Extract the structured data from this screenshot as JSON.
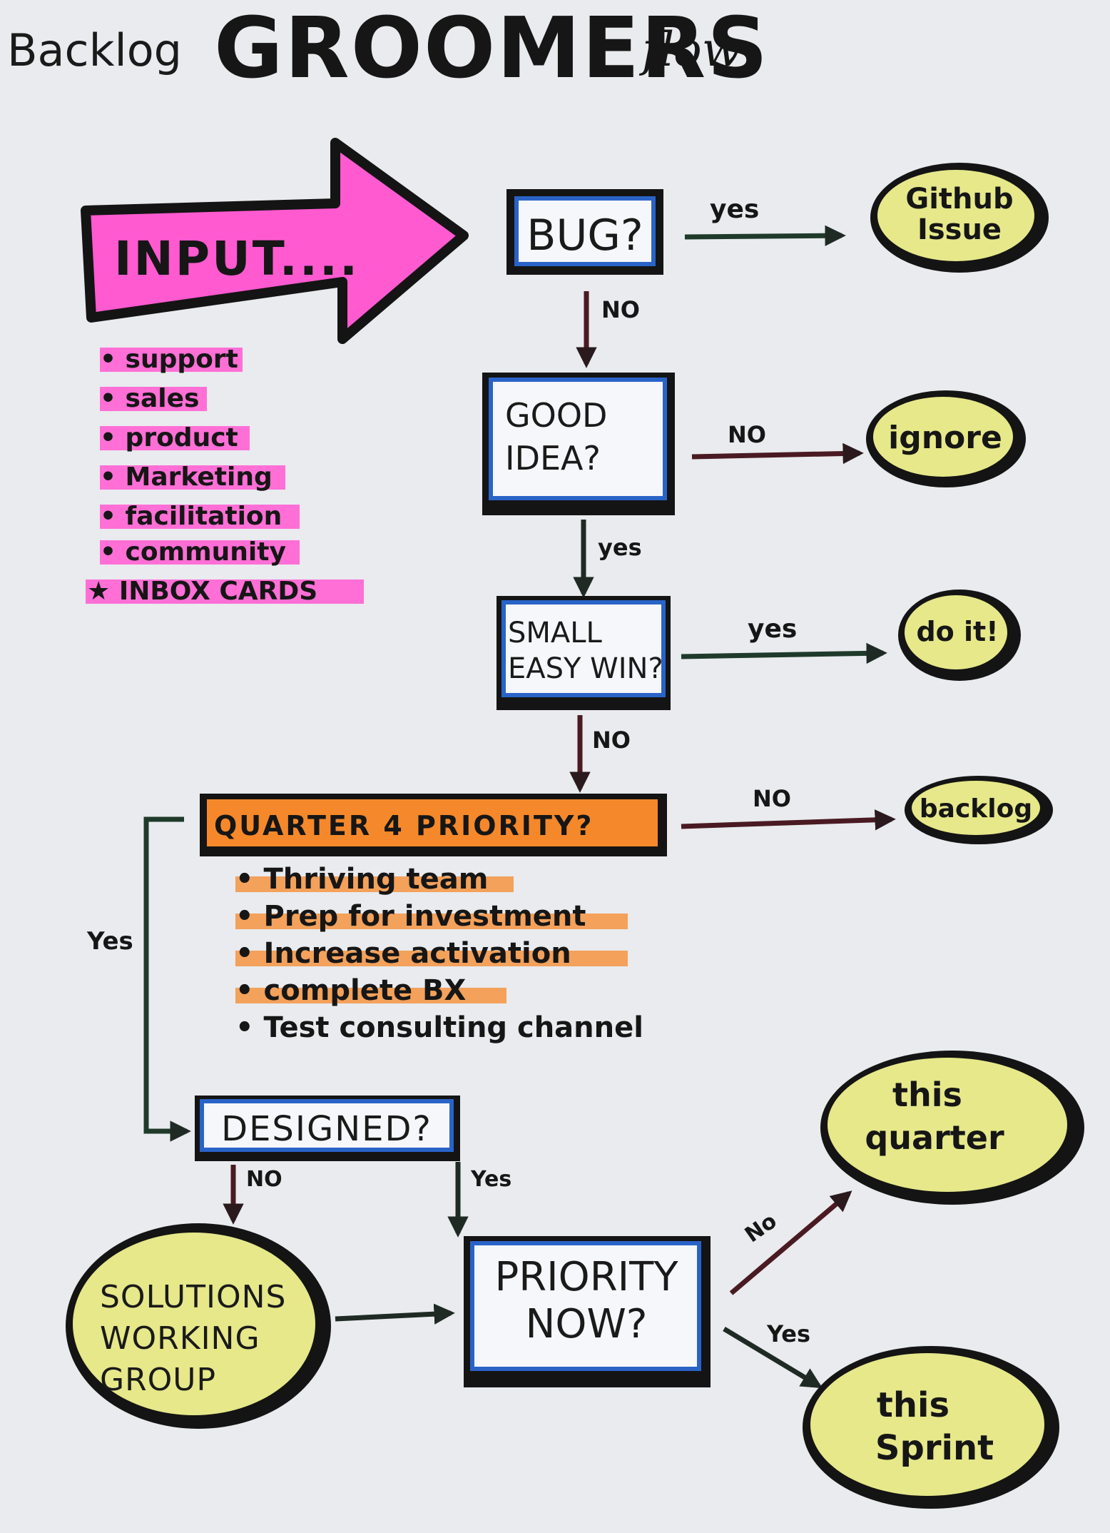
{
  "title": {
    "prefix": "Backlog",
    "main": "GROOMERS",
    "suffix": "flow"
  },
  "input": {
    "label": "INPUT....",
    "sources": [
      "support",
      "sales",
      "product",
      "Marketing",
      "facilitation",
      "community"
    ],
    "starred": "INBOX CARDS"
  },
  "decisions": {
    "bug": "BUG?",
    "good_idea": [
      "GOOD",
      "IDEA?"
    ],
    "small_easy_win": [
      "SMALL",
      "EASY WIN?"
    ],
    "q4_priority": "QUARTER 4 PRIORITY?",
    "designed": "DESIGNED?",
    "priority_now": [
      "PRIORITY",
      "NOW?"
    ]
  },
  "outcomes": {
    "github_issue": [
      "Github",
      "Issue"
    ],
    "ignore": "ignore",
    "do_it": "do it!",
    "backlog": "backlog",
    "this_quarter": [
      "this",
      "quarter"
    ],
    "this_sprint": [
      "this",
      "Sprint"
    ],
    "solutions_working_group": [
      "SOLUTIONS",
      "WORKING",
      "GROUP"
    ]
  },
  "q4_priorities": [
    "Thriving team",
    "Prep for investment",
    "Increase activation",
    "complete BX",
    "Test consulting channel"
  ],
  "edge_labels": {
    "bug_yes": "yes",
    "bug_no": "NO",
    "idea_no": "NO",
    "idea_yes": "yes",
    "win_yes": "yes",
    "win_no": "NO",
    "q4_no": "NO",
    "q4_yes": "Yes",
    "designed_no": "NO",
    "designed_yes": "Yes",
    "now_no": "No",
    "now_yes": "Yes"
  },
  "colors": {
    "pink": "#ff5ad0",
    "orange": "#f5882a",
    "yellow": "#e6e88a",
    "blue": "#2a63c8",
    "green_arrow": "#1f3a2a",
    "red_arrow": "#4a1a22",
    "ink": "#141414"
  }
}
